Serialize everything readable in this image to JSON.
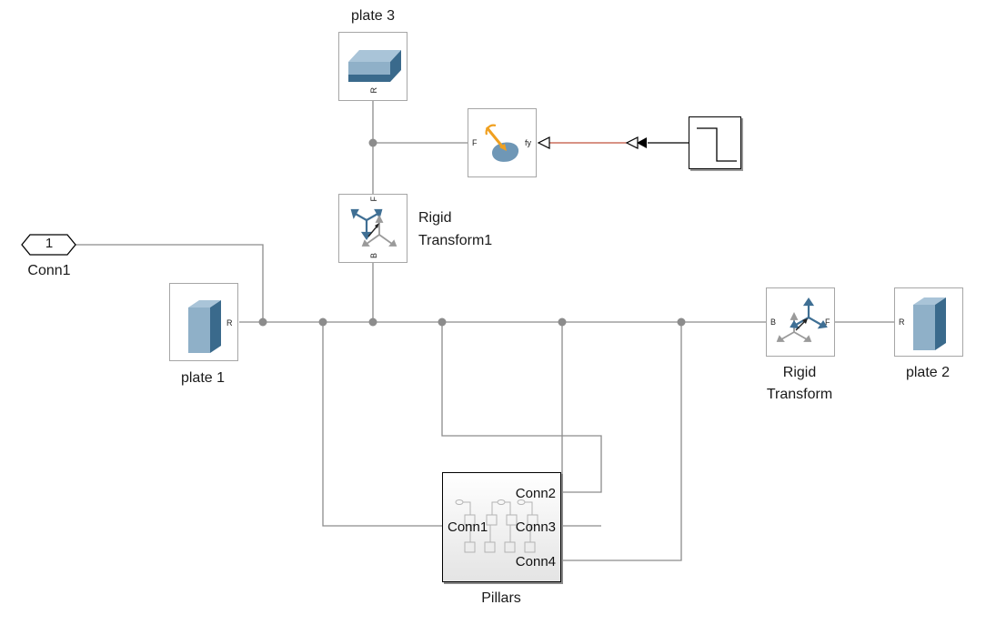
{
  "blocks": {
    "plate3": {
      "label": "plate 3",
      "port_r": "R"
    },
    "plate1": {
      "label": "plate 1",
      "port_r": "R"
    },
    "plate2": {
      "label": "plate 2",
      "port_r": "R"
    },
    "rigid_transform1": {
      "label_line1": "Rigid",
      "label_line2": "Transform1",
      "port_f": "F",
      "port_b": "B"
    },
    "rigid_transform": {
      "label_line1": "Rigid",
      "label_line2": "Transform",
      "port_b": "B",
      "port_f": "F"
    },
    "force_block": {
      "port_f": "F",
      "port_fy": "fy"
    },
    "conn1_port": {
      "number": "1",
      "label": "Conn1"
    },
    "pillars": {
      "label": "Pillars",
      "ports": {
        "conn1": "Conn1",
        "conn2": "Conn2",
        "conn3": "Conn3",
        "conn4": "Conn4"
      }
    }
  },
  "colors": {
    "line": "#8c8c8c",
    "signal_line": "#c0503c",
    "block_border": "#a6a6a6",
    "solid_blue_light": "#8fb0c8",
    "solid_blue_dark": "#3a6a8c",
    "frame_blue": "#3f6f94",
    "force_orange": "#f0a020"
  }
}
